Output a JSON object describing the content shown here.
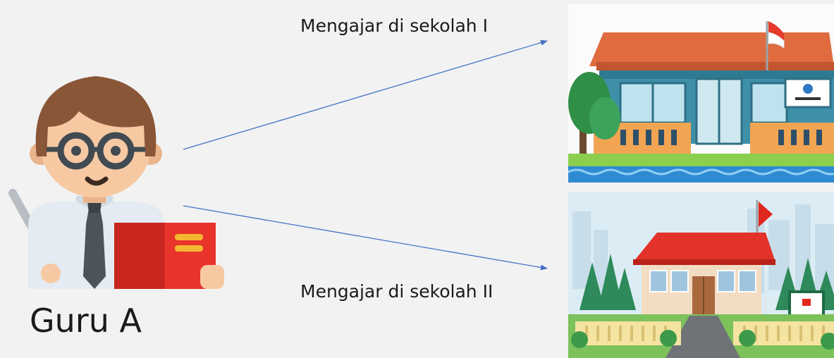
{
  "teacher": {
    "name": "Guru A",
    "icon": "teacher-icon"
  },
  "connections": [
    {
      "label": "Mengajar di sekolah I",
      "target": "school-1"
    },
    {
      "label": "Mengajar di sekolah II",
      "target": "school-2"
    }
  ],
  "schools": [
    {
      "id": "school-1",
      "icon": "school-building-illustration"
    },
    {
      "id": "school-2",
      "icon": "school-building-illustration"
    }
  ],
  "colors": {
    "arrow": "#4472c4",
    "background": "#f2f2f2"
  }
}
